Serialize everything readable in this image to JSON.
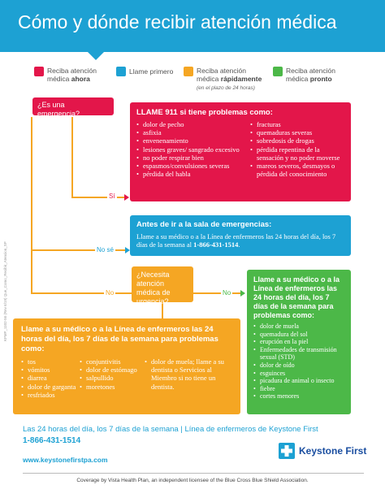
{
  "header": {
    "title": "Cómo y dónde recibir atención médica"
  },
  "legend": [
    {
      "line1": "Reciba atención",
      "line2a": "médica ",
      "line2b": "ahora",
      "color": "#e3164a"
    },
    {
      "line1": "Llame primero",
      "color": "#1da1d3"
    },
    {
      "line1": "Reciba atención",
      "line2a": "médica ",
      "line2b": "rápidamente",
      "sub": "(en el plazo de 24 horas)",
      "color": "#f5a623"
    },
    {
      "line1": "Reciba atención",
      "line2a": "médica ",
      "line2b": "pronto",
      "color": "#4cb848"
    }
  ],
  "questions": {
    "emergency": "¿Es una emergencia?",
    "urgent": "¿Necesita atención médica de urgencia?"
  },
  "labels": {
    "si": "Sí",
    "no_se": "No sé",
    "no_left": "No",
    "no_right": "No"
  },
  "emergency_box": {
    "title": "LLAME 911 si tiene problemas como:",
    "col1": [
      "dolor de pecho",
      "asfixia",
      "envenenamiento",
      "lesiones graves/ sangrado excesivo",
      "no poder respirar bien",
      "espasmos/convulsiones severas",
      "pérdida del habla"
    ],
    "col2": [
      "fracturas",
      "quemaduras severas",
      "sobredosis de drogas",
      "pérdida repentina de la sensación y no poder moverse",
      "mareos severos, desmayos o pérdida del conocimiento"
    ]
  },
  "er_box": {
    "title": "Antes de ir a la sala de emergencias:",
    "text": "Llame a su médico o a la Línea de enfermeros las 24 horas del día, los 7 días de la semana al ",
    "phone": "1-866-431-1514",
    "end": "."
  },
  "orange_box": {
    "title": "Llame a su médico o a la Línea de enfermeros las 24 horas del día, los 7 días de la semana para problemas como:",
    "col1": [
      "tos",
      "vómitos",
      "diarrea",
      "dolor de garganta",
      "resfriados"
    ],
    "col2": [
      "conjuntivitis",
      "dolor de estómago",
      "salpullido",
      "moretones"
    ],
    "col3": [
      "dolor de muela; llame a su dentista o Servicios al Miembro si no tiene un dentista."
    ]
  },
  "green_box": {
    "title": "Llame a su médico o a la Línea de enfermeros las 24 horas del día, los 7 días de la semana para problemas como:",
    "items": [
      "dolor de muela",
      "quemadura del sol",
      "erupción en la piel",
      "Enfermedades de transmisión sexual (STD)",
      "dolor de oído",
      "esguinces",
      "picadura de animal o insecto",
      "fiebre",
      "cortes menores"
    ]
  },
  "footer": {
    "line1": "Las 24 horas del día, los 7 días de la semana | Línea de enfermeros de Keystone First",
    "line2": "1-866-431-1514",
    "website": "www.keystonefirstpa.com",
    "logo": "Keystone First",
    "disclaimer": "Coverage by Vista Health Plan, an independent licensee of the Blue Cross Blue Shield Association.",
    "side_code": "KFMP_1102-56 (Rev 6/19) Que_Como_Recibir_Atencion_SP"
  },
  "colors": {
    "red": "#e3164a",
    "blue": "#1da1d3",
    "orange": "#f5a623",
    "green": "#4cb848"
  }
}
